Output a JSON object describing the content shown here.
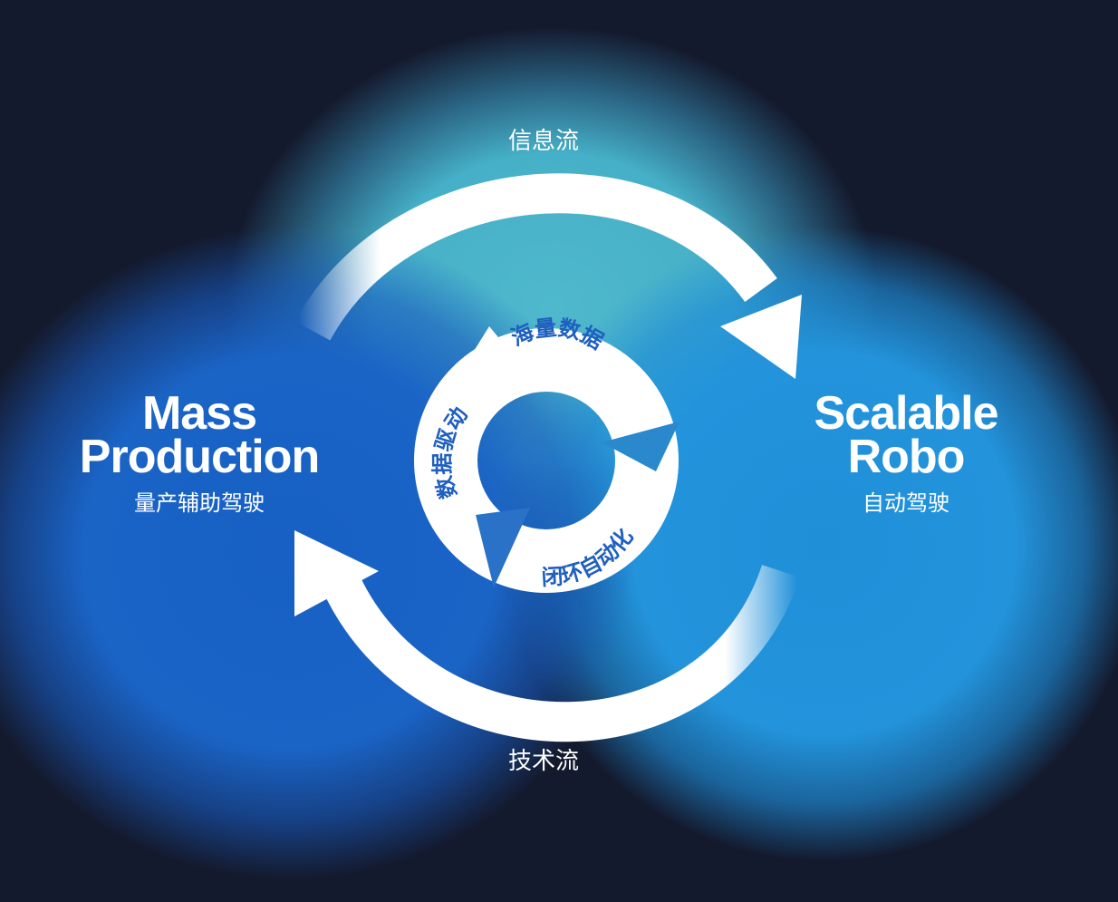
{
  "top_flow_label": "信息流",
  "bottom_flow_label": "技术流",
  "left": {
    "title_line1": "Mass",
    "title_line2": "Production",
    "subtitle": "量产辅助驾驶"
  },
  "right": {
    "title_line1": "Scalable",
    "title_line2": "Robo",
    "subtitle": "自动驾驶"
  },
  "cycle": {
    "segment_top": "海量数据",
    "segment_bottom": "闭环自动化",
    "segment_left": "数据驱动"
  },
  "colors": {
    "background": "#141a2e",
    "teal_glow": "#4fb8cc",
    "blue_right": "#1f8fd8",
    "blue_left": "#1860c4",
    "arrow_fill": "#ffffff",
    "cycle_text": "#1f5fbf"
  }
}
